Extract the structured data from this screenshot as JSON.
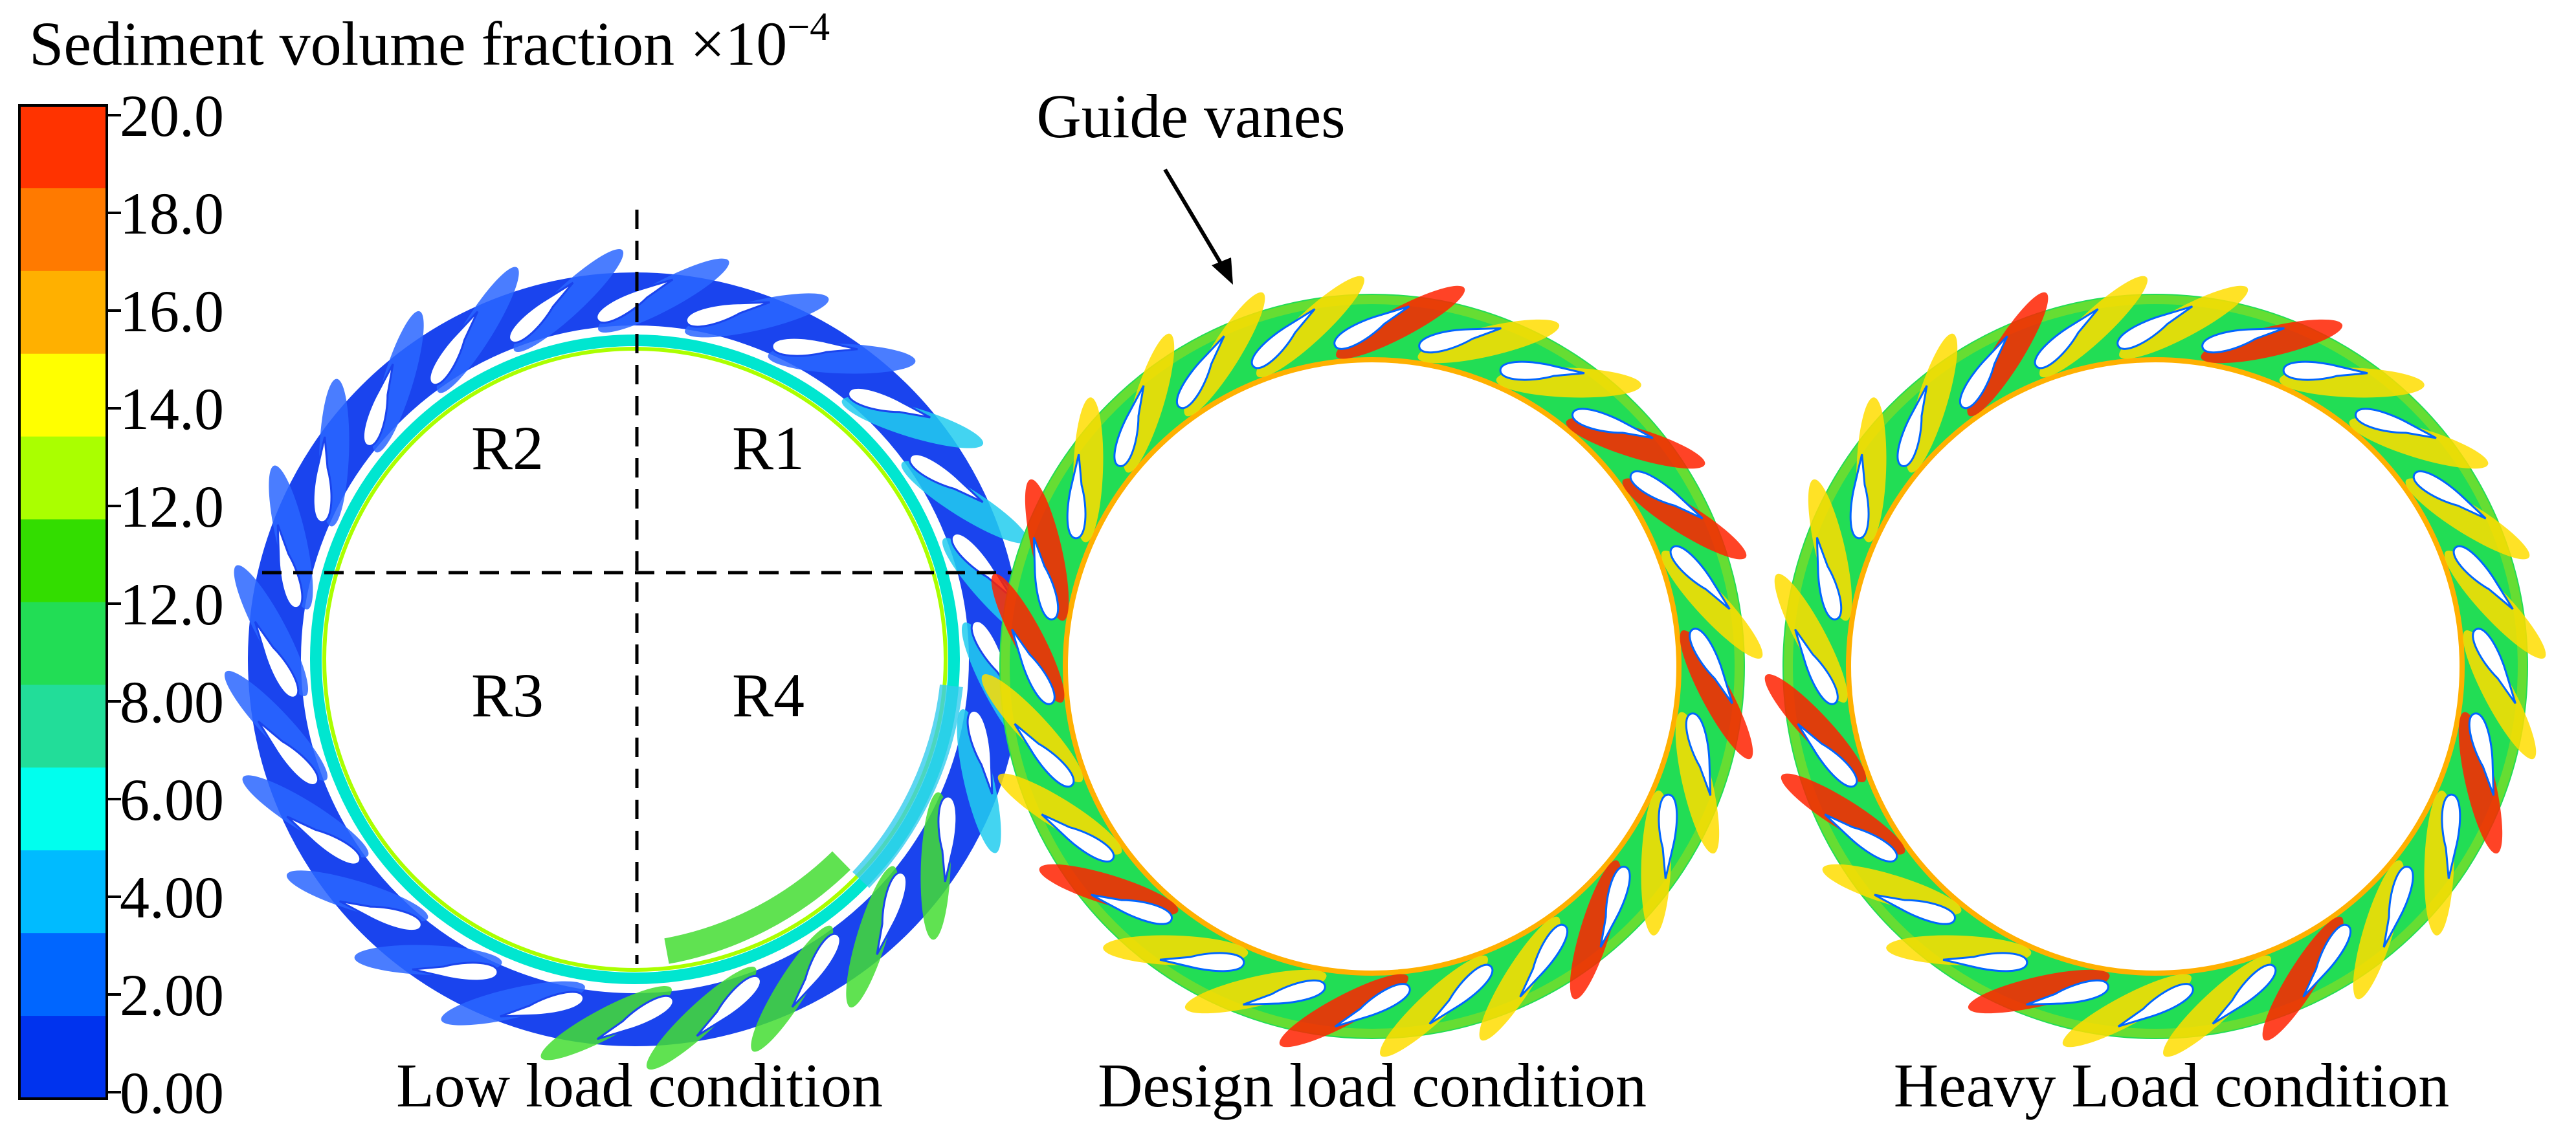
{
  "legend": {
    "title": "Sediment volume fraction ×10",
    "exponent": "−4",
    "tick_labels": [
      "20.0",
      "18.0",
      "16.0",
      "14.0",
      "12.0",
      "12.0",
      "8.00",
      "6.00",
      "4.00",
      "2.00",
      "0.00"
    ],
    "band_colors": [
      "#ff3300",
      "#ff7a00",
      "#ffb000",
      "#ffff00",
      "#aaff00",
      "#33dd00",
      "#22dd55",
      "#22dd99",
      "#00ffee",
      "#00bbff",
      "#0066ff",
      "#0033ee"
    ]
  },
  "panels": [
    {
      "caption": "Low load condition",
      "region_labels": [
        "R1",
        "R2",
        "R3",
        "R4"
      ],
      "annotation": ""
    },
    {
      "caption": "Design load condition",
      "region_labels": [],
      "annotation": "Guide vanes"
    },
    {
      "caption": "Heavy Load condition",
      "region_labels": [],
      "annotation": ""
    }
  ],
  "colors": {
    "low_load_base": "#1a44ee",
    "low_load_inner": "#00ffee",
    "mid_field": "#22dd55",
    "high_field": "#ff2200",
    "vane_fill": "#ffffff"
  }
}
